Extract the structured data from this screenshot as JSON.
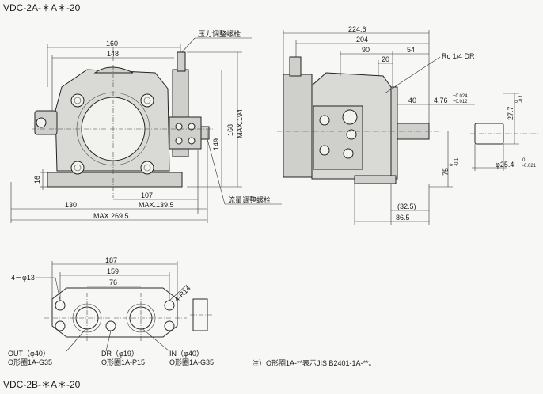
{
  "titles": {
    "top": "VDC-2A-＊A＊-20",
    "bottom": "VDC-2B-＊A＊-20"
  },
  "front_view": {
    "dim_160": "160",
    "dim_148": "148",
    "dim_107": "107",
    "dim_130": "130",
    "dim_max_139_5": "MAX.139.5",
    "dim_max_269_5": "MAX.269.5",
    "dim_149": "149",
    "dim_168": "168",
    "dim_max_194": "MAX.194",
    "dim_16": "16",
    "label_pressure_screw": "压力调整螺栓",
    "label_flow_screw": "流量调整螺栓"
  },
  "side_view": {
    "dim_224_6": "224.6",
    "dim_204": "204",
    "dim_90": "90",
    "dim_54": "54",
    "dim_20": "20",
    "dim_40": "40",
    "dim_4_76": "4.76",
    "tol_4_76_upper": "+0.024",
    "tol_4_76_lower": "+0.012",
    "dim_75": "75",
    "tol_75_upper": "0",
    "tol_75_lower": "-0.1",
    "dim_32_5": "(32.5)",
    "dim_86_5": "86.5",
    "label_rc": "Rc 1/4 DR"
  },
  "shaft_detail": {
    "dim_27_7": "27.7",
    "tol_27_7_upper": "0",
    "tol_27_7_lower": "-0.1",
    "dim_dia_25_4": "φ25.4",
    "tol_25_4_upper": "0",
    "tol_25_4_lower": "-0.021"
  },
  "flange_view": {
    "dim_187": "187",
    "dim_159": "159",
    "dim_76": "76",
    "label_holes": "4－φ13",
    "label_r14": "4-R14",
    "out_label": "OUT（φ40）",
    "out_oring": "O形圈1A-G35",
    "dr_label": "DR（φ19）",
    "dr_oring": "O形圈1A-P15",
    "in_label": "IN（φ40）",
    "in_oring": "O形圈1A-G35"
  },
  "note": "注）O形圈1A-**表示JIS B2401-1A-**。"
}
